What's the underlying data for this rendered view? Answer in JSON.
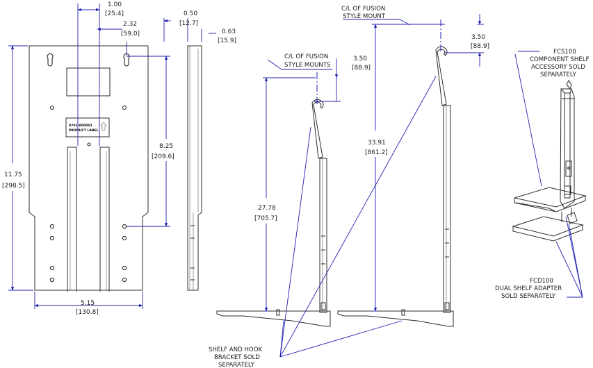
{
  "dimensions": {
    "d1": {
      "in": "1.00",
      "mm": "[25.4]"
    },
    "d2": {
      "in": "2.32",
      "mm": "[59.0]"
    },
    "d3": {
      "in": "0.50",
      "mm": "[12.7]"
    },
    "d4": {
      "in": "0.63",
      "mm": "[15.9]"
    },
    "d5": {
      "in": "11.75",
      "mm": "[298.5]"
    },
    "d6": {
      "in": "8.25",
      "mm": "[209.6]"
    },
    "d7": {
      "in": "5.15",
      "mm": "[130.8]"
    },
    "d8": {
      "in": "3.50",
      "mm": "[88.9]"
    },
    "d9": {
      "in": "27.78",
      "mm": "[705.7]"
    },
    "d10": {
      "in": "3.50",
      "mm": "[88.9]"
    },
    "d11": {
      "in": "33.91",
      "mm": "[861.2]"
    }
  },
  "notes": {
    "cl_mounts": [
      "C/L OF FUSION",
      "STYLE MOUNTS"
    ],
    "cl_mount": [
      "C/L OF FUSION",
      "STYLE MOUNT"
    ],
    "fcs100": [
      "FCS100",
      "COMPONENT SHELF",
      "ACCESSORY SOLD",
      "SEPARATELY"
    ],
    "fcd100": [
      "FCD100",
      "DUAL SHELF ADAPTER",
      "SOLD SEPARATELY"
    ],
    "shelf_hook": [
      "SHELF AND HOOK",
      "BRACKET SOLD",
      "SEPARATELY"
    ]
  },
  "product_label": [
    "8701-000001",
    "PRODUCT LABEL"
  ],
  "colors": {
    "dimension": "#1f1fb0",
    "part": "#2b2b2b"
  }
}
